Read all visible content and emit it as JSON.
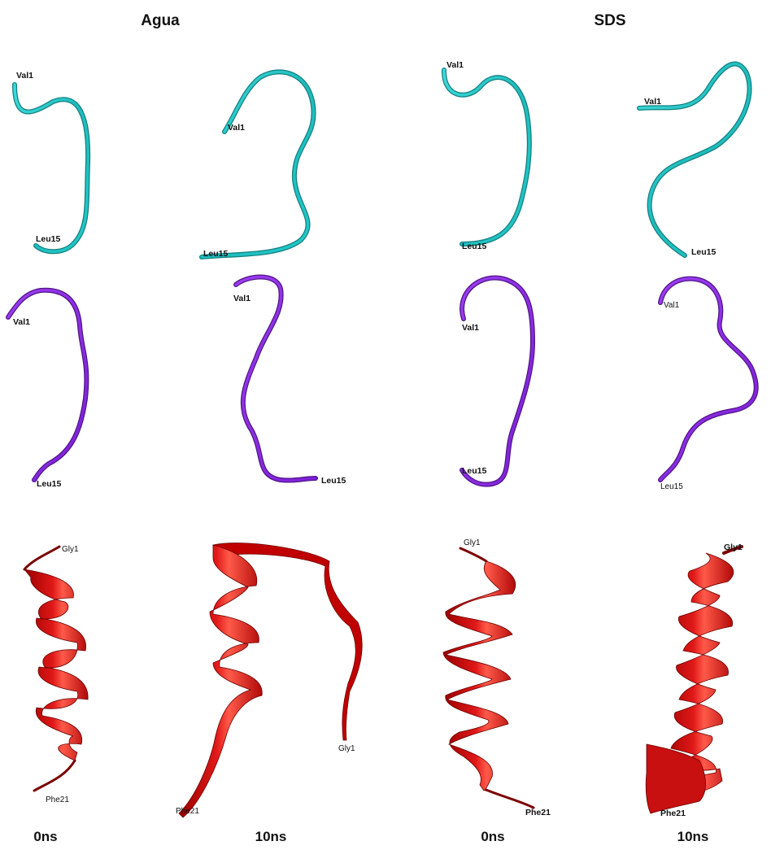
{
  "headers": {
    "left": "Agua",
    "right": "SDS"
  },
  "time_labels": [
    "0ns",
    "10ns",
    "0ns",
    "10ns"
  ],
  "colors": {
    "cyan": "#23c8c8",
    "cyan_dark": "#127f80",
    "purple": "#8a2be2",
    "purple_dark": "#4f1487",
    "red": "#d41010",
    "red_dark": "#7a0000"
  },
  "panels": {
    "cyan_agua_0": {
      "start": "Val1",
      "end": "Leu15"
    },
    "cyan_agua_10": {
      "start": "Val1",
      "end": "Leu15"
    },
    "cyan_sds_0": {
      "start": "Val1",
      "end": "Leu15"
    },
    "cyan_sds_10": {
      "start": "Val1",
      "end": "Leu15"
    },
    "purple_agua_0": {
      "start": "Val1",
      "end": "Leu15"
    },
    "purple_agua_10": {
      "start": "Val1",
      "end": "Leu15"
    },
    "purple_sds_0": {
      "start": "Val1",
      "end": "Leu15"
    },
    "purple_sds_10": {
      "start": "Val1",
      "end": "Leu15"
    },
    "red_agua_0": {
      "start": "Gly1",
      "end": "Phe21"
    },
    "red_agua_10": {
      "start": "Gly1",
      "end": "Phe21"
    },
    "red_sds_0": {
      "start": "Gly1",
      "end": "Phe21"
    },
    "red_sds_10": {
      "start": "Gly1",
      "end": "Phe21"
    }
  }
}
